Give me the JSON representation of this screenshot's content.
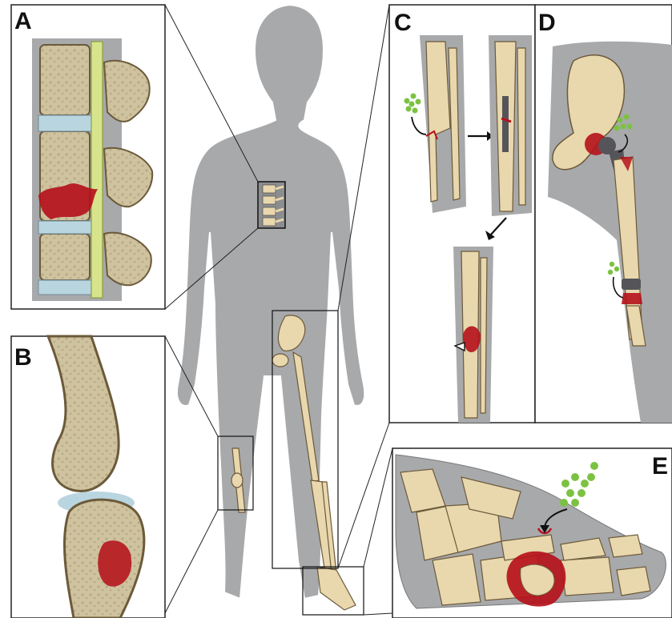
{
  "panels": {
    "a": {
      "letter": "A"
    },
    "b": {
      "letter": "B"
    },
    "c": {
      "letter": "C"
    },
    "d": {
      "letter": "D"
    },
    "e": {
      "letter": "E"
    }
  },
  "colors": {
    "bone": "#e9d7ad",
    "bone_outline": "#6b5a3a",
    "marrow": "#cbbd99",
    "silhouette": "#a8a9ab",
    "infection": "#b5121b",
    "bacteria": "#7cc242",
    "disc": "#b9d5e0",
    "spinal_cord": "#d8e48c",
    "implant": "#555559"
  }
}
